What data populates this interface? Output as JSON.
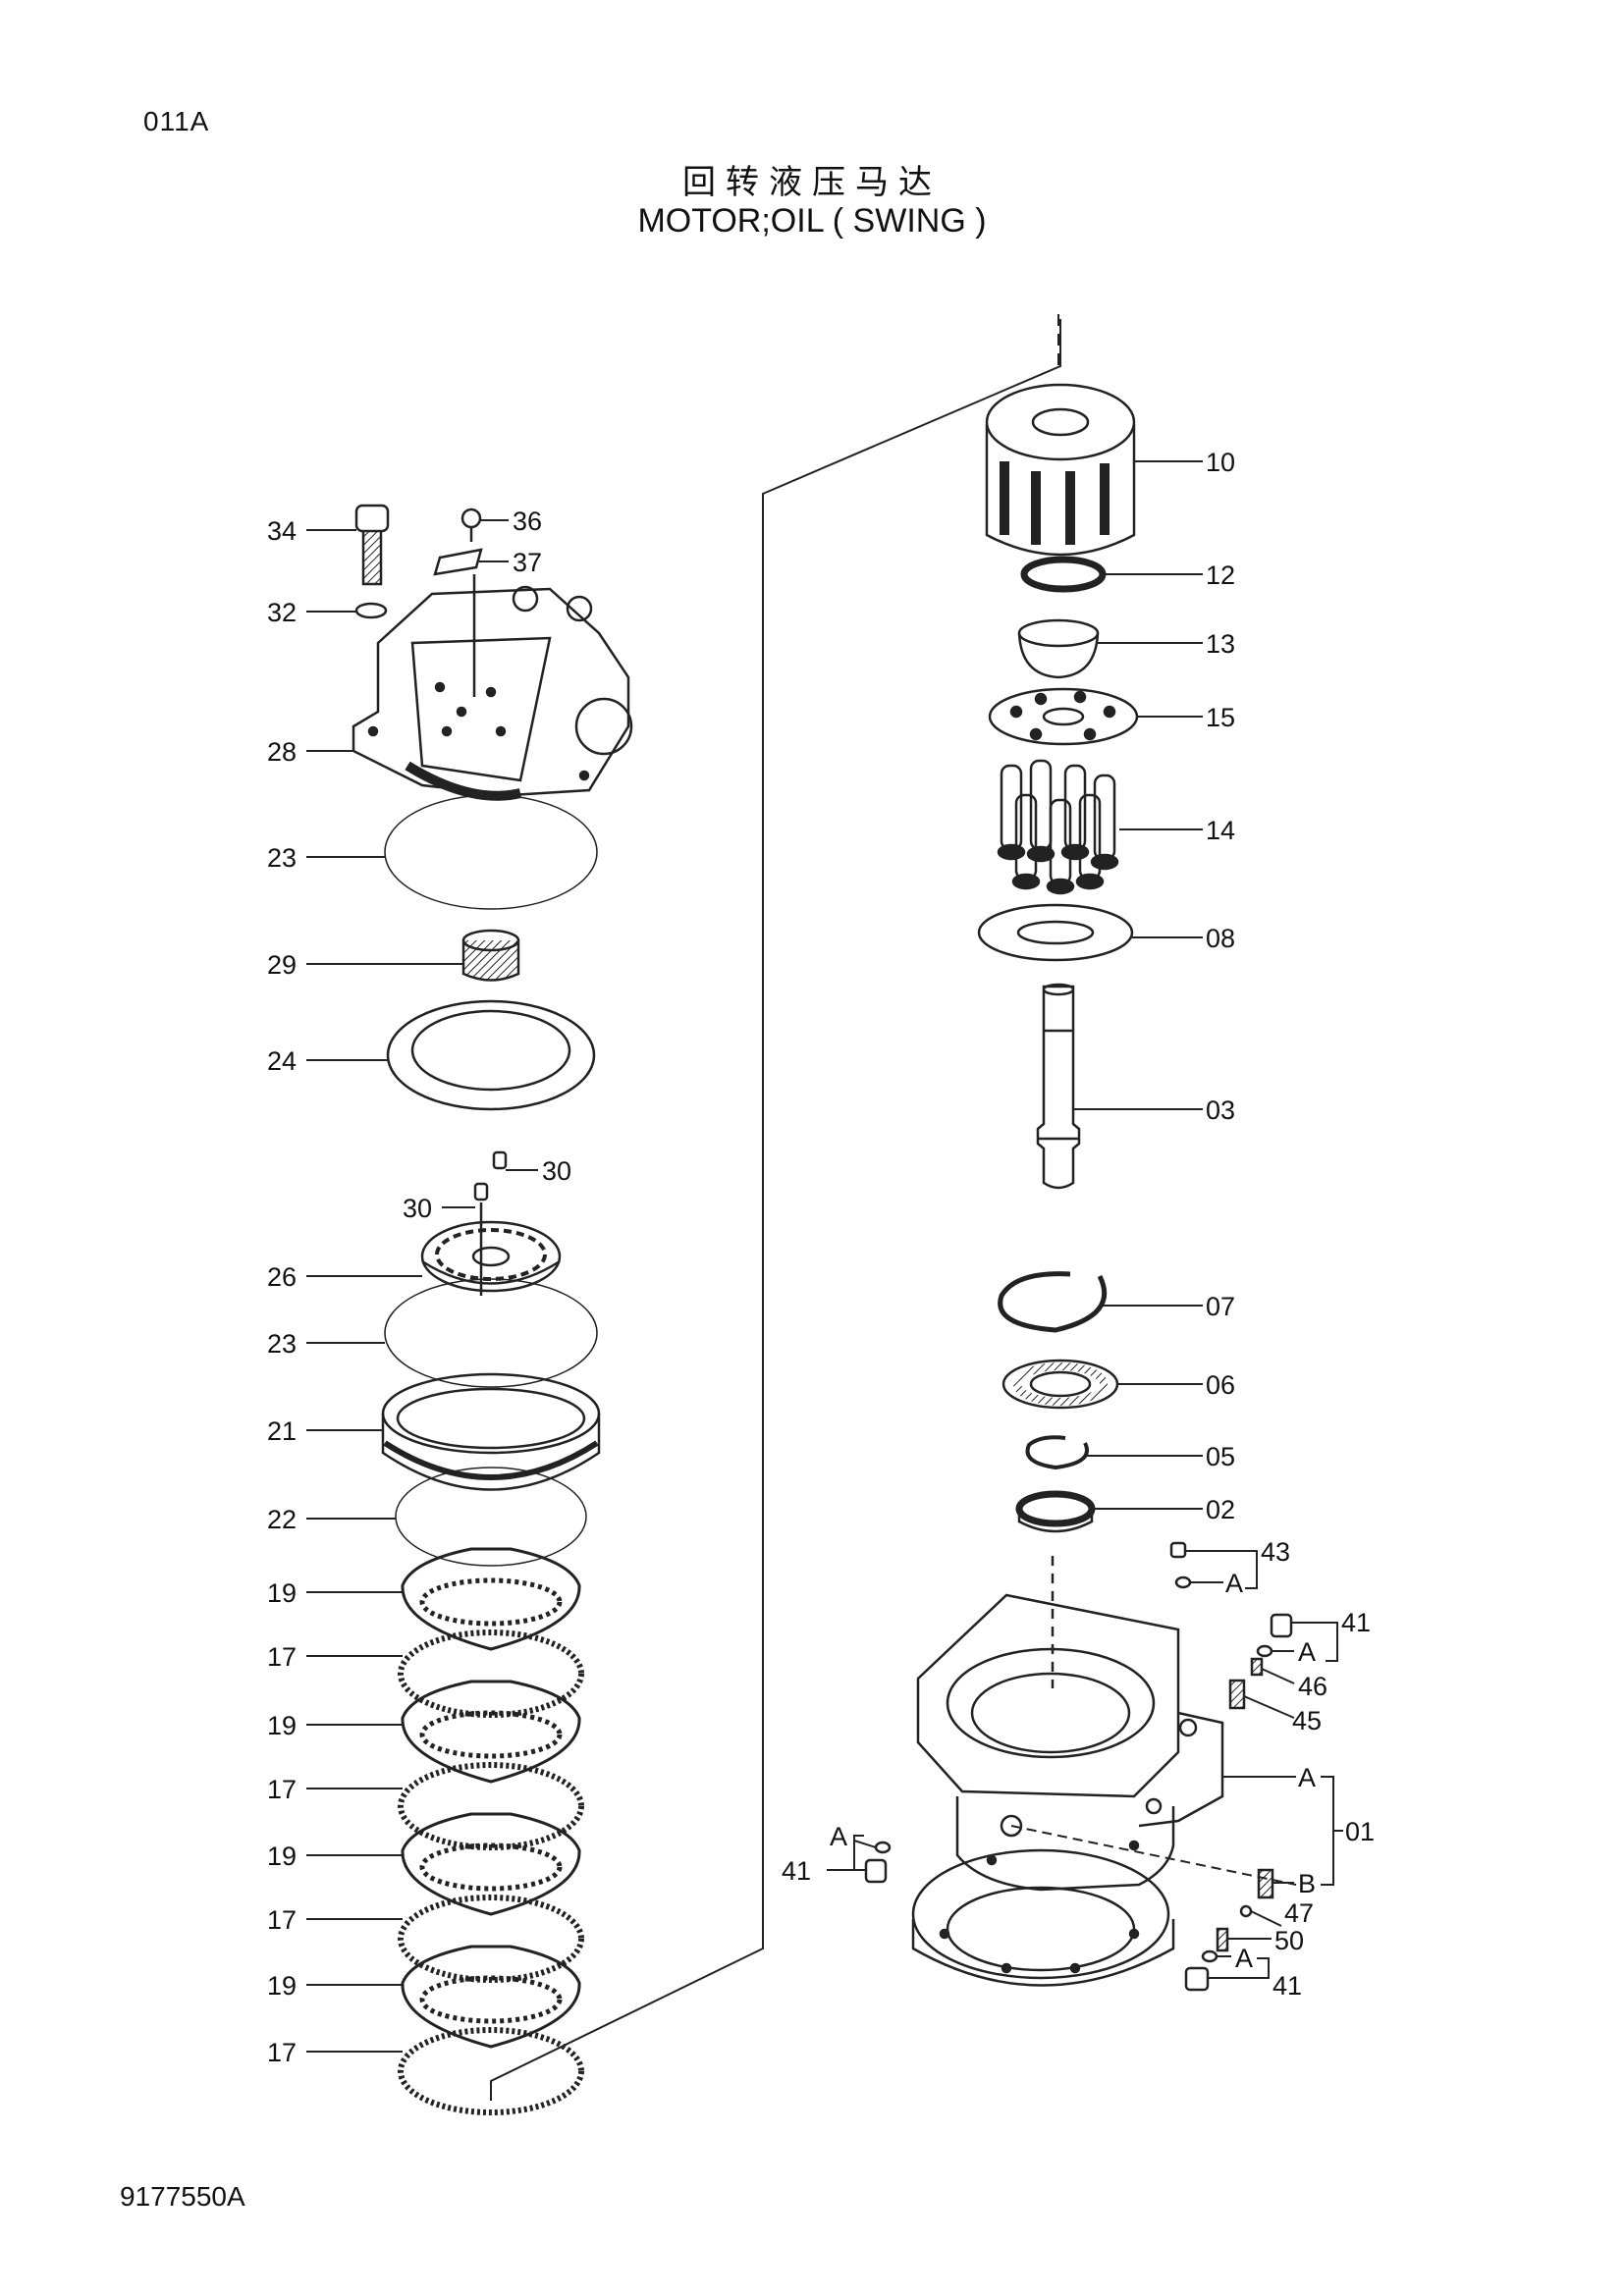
{
  "header": {
    "page_code": "011A",
    "title_cn": "回转液压马达",
    "title_en": "MOTOR;OIL ( SWING )"
  },
  "footer": {
    "drawing_number": "9177550A"
  },
  "callouts": {
    "c10": "10",
    "c12": "12",
    "c13": "13",
    "c15": "15",
    "c14": "14",
    "c08": "08",
    "c03": "03",
    "c07": "07",
    "c06": "06",
    "c05": "05",
    "c02": "02",
    "c43": "43",
    "c41a": "41",
    "c46": "46",
    "c45": "45",
    "c01": "01",
    "c41b": "41",
    "c47": "47",
    "c50": "50",
    "c41c": "41",
    "c34": "34",
    "c36": "36",
    "c37": "37",
    "c32": "32",
    "c28": "28",
    "c23a": "23",
    "c29": "29",
    "c24": "24",
    "c30a": "30",
    "c30b": "30",
    "c26": "26",
    "c23b": "23",
    "c21": "21",
    "c22": "22",
    "c19a": "19",
    "c17a": "17",
    "c19b": "19",
    "c17b": "17",
    "c19c": "19",
    "c17c": "17",
    "c19d": "19",
    "c17d": "17"
  },
  "port_labels": {
    "a1": "A",
    "a2": "A",
    "a3": "A",
    "a4": "A",
    "a5": "A",
    "b1": "B"
  }
}
